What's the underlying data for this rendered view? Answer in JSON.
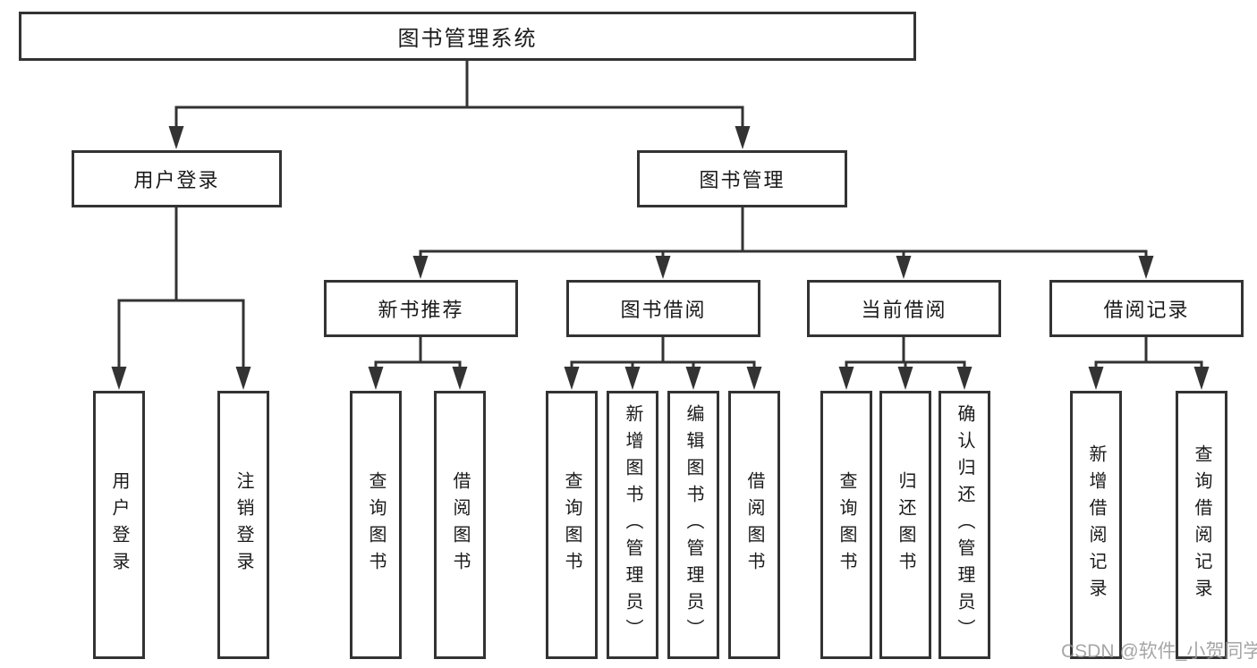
{
  "tree": {
    "label": "图书管理系统",
    "children": [
      {
        "label": "用户登录",
        "children": [
          {
            "label": "用户登录"
          },
          {
            "label": "注销登录"
          }
        ]
      },
      {
        "label": "图书管理",
        "children": [
          {
            "label": "新书推荐",
            "children": [
              {
                "label": "查询图书"
              },
              {
                "label": "借阅图书"
              }
            ]
          },
          {
            "label": "图书借阅",
            "children": [
              {
                "label": "查询图书"
              },
              {
                "label": "新增图书（管理员）"
              },
              {
                "label": "编辑图书（管理员）"
              },
              {
                "label": "借阅图书"
              }
            ]
          },
          {
            "label": "当前借阅",
            "children": [
              {
                "label": "查询图书"
              },
              {
                "label": "归还图书"
              },
              {
                "label": "确认归还（管理员）"
              }
            ]
          },
          {
            "label": "借阅记录",
            "children": [
              {
                "label": "新增借阅记录"
              },
              {
                "label": "查询借阅记录"
              }
            ]
          }
        ]
      }
    ]
  },
  "watermark": {
    "text": "CSDN @软件_小贺同学"
  },
  "colors": {
    "line": "#333333",
    "text": "#1a1a1a",
    "box_background": "#ffffff",
    "watermark": "#969696"
  }
}
